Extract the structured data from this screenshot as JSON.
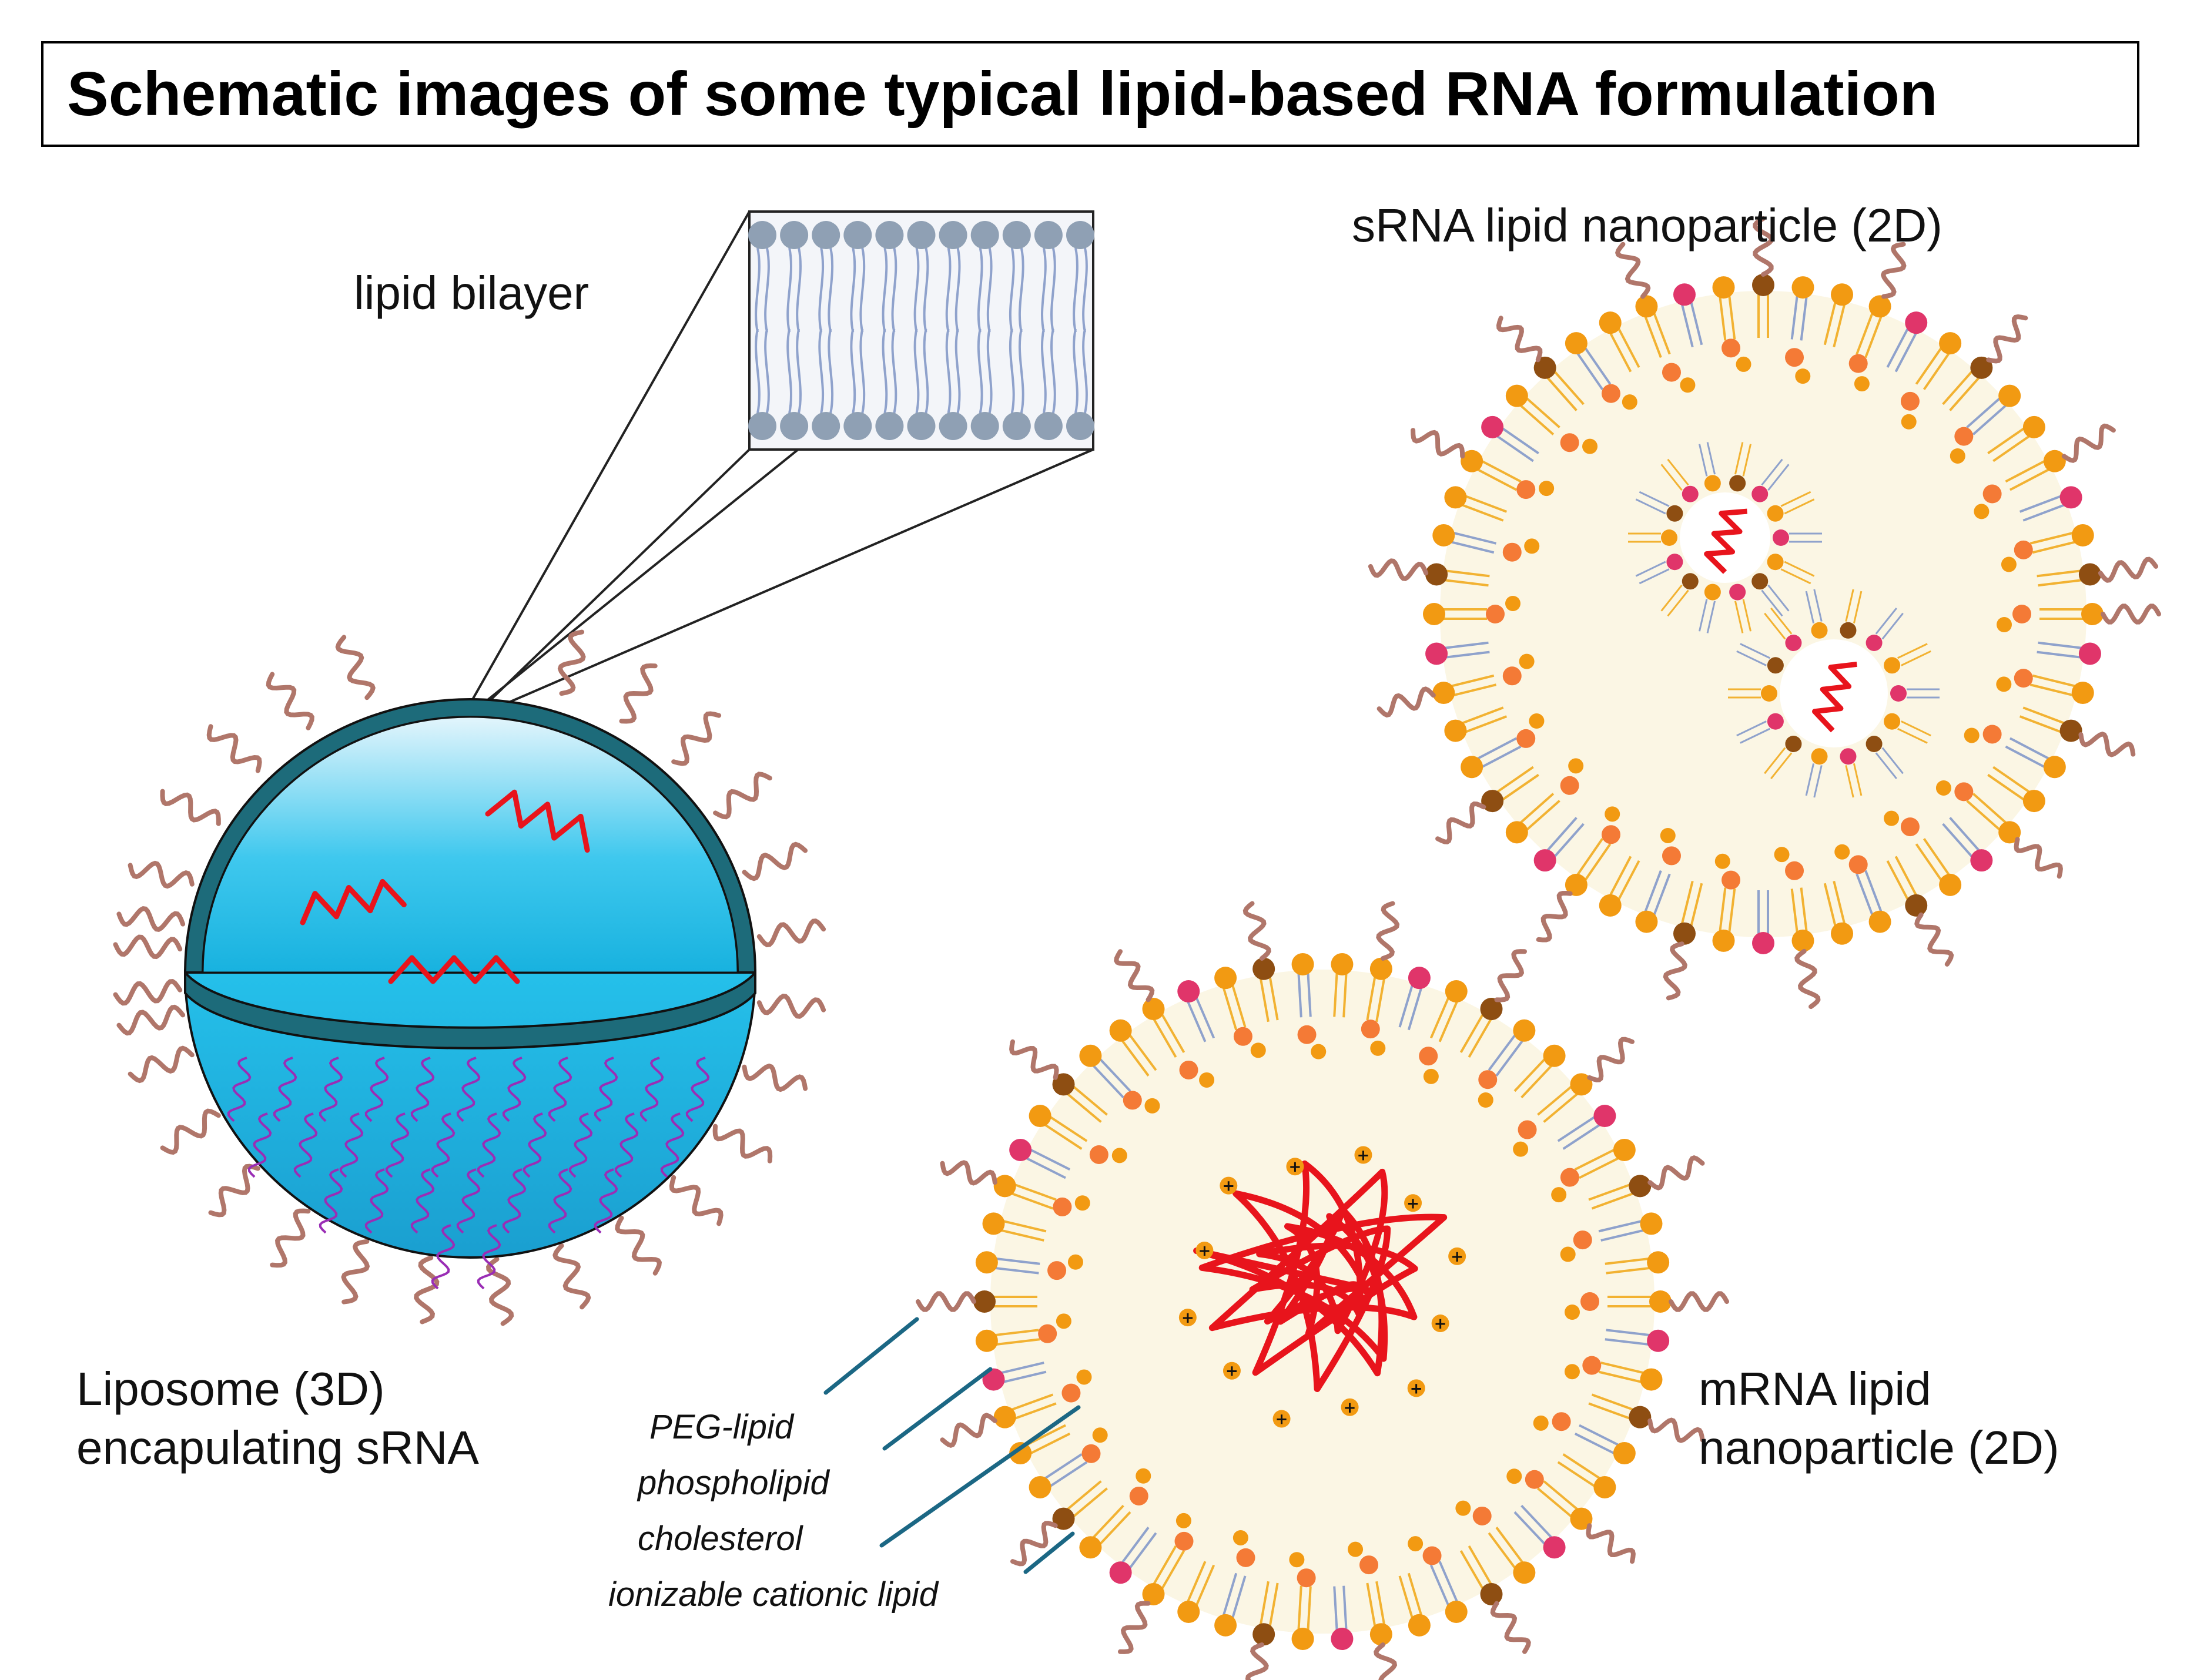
{
  "title": "Schematic images of some typical lipid-based RNA formulation",
  "labels": {
    "bilayer": "lipid bilayer",
    "srna_lnp": "sRNA lipid nanoparticle (2D)",
    "liposome_line1": "Liposome (3D)",
    "liposome_line2": "encapulating sRNA",
    "mrna_line1": "mRNA lipid",
    "mrna_line2": "nanoparticle (2D)"
  },
  "legend": [
    {
      "label": "PEG-lipid"
    },
    {
      "label": "phospholipid"
    },
    {
      "label": "cholesterol"
    },
    {
      "label": "ionizable cationic lipid"
    }
  ],
  "colors": {
    "rna": "#e8141c",
    "peg": "#b0766a",
    "phospholipid_head": "#e0356a",
    "ionizable_head": "#f29a12",
    "brown_head": "#8e4e12",
    "cholesterol": "#f47a36",
    "tail_blue": "#8fa2cc",
    "tail_yellow": "#f2b232",
    "core": "#fbf6e4",
    "liposome_shell": "#1d6b7a",
    "liposome_fill_top": "#dff2fa",
    "liposome_fill_bottom": "#1ec0e8",
    "inner_peg": "#9a2db5",
    "leader_line": "#1b6784",
    "bilayer_head": "#8fa0b4"
  }
}
